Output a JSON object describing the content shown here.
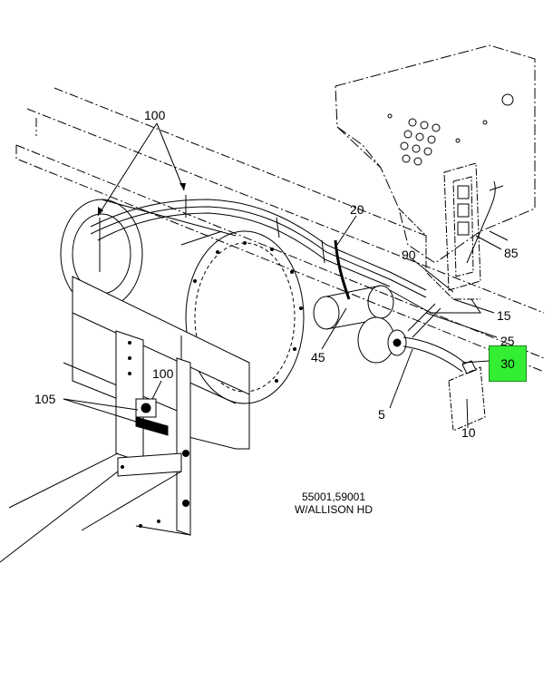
{
  "callouts": {
    "c100_top": "100",
    "c20": "20",
    "c90": "90",
    "c85": "85",
    "c15": "15",
    "c25": "25",
    "c30": "30",
    "c45": "45",
    "c100_mid": "100",
    "c105": "105",
    "c5": "5",
    "c10": "10"
  },
  "caption": {
    "line1": "55001,59001",
    "line2": "W/ALLISON HD"
  },
  "highlight_color": "#33ee33"
}
